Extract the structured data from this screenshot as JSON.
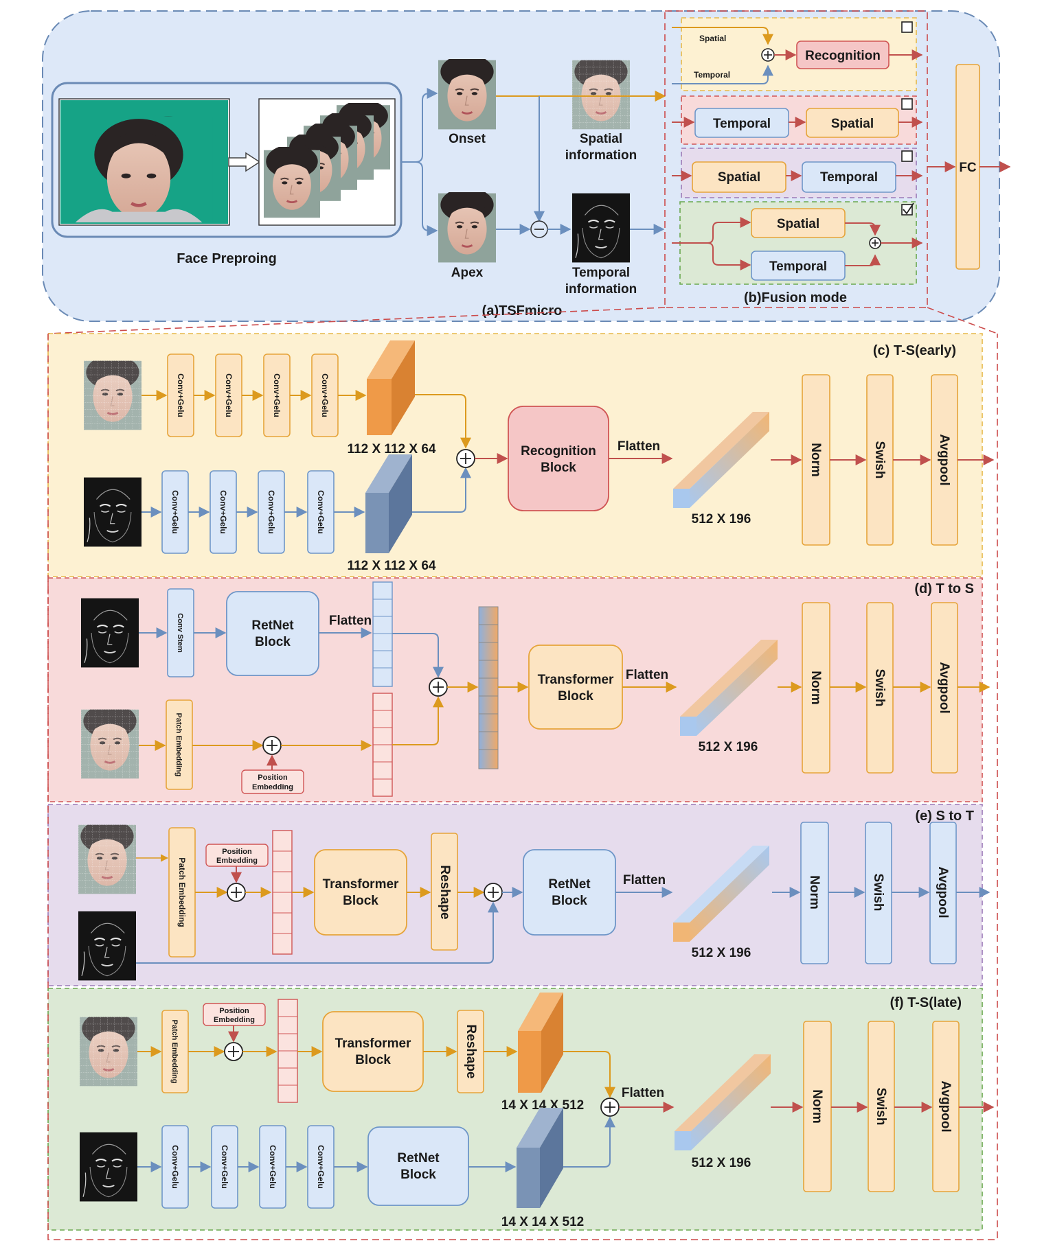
{
  "colors": {
    "blue_panel": "#dde8f8",
    "blue_panel_border": "#6a8ab5",
    "yellow_section": "#fdf1d2",
    "red_section": "#f8dada",
    "purple_section": "#e6dced",
    "green_section": "#dce9d5",
    "orange_box": "#fce4c2",
    "orange_border": "#e6a43a",
    "blue_box": "#dae7f8",
    "blue_border": "#6e96c8",
    "red_box": "#f5c6c6",
    "red_border": "#d05555",
    "pink_box": "#fbe3df",
    "arrow_orange": "#dc9a1e",
    "arrow_blue": "#6b8fbe",
    "arrow_red": "#c0504d",
    "feature_orange": "#ef9a48",
    "feature_blue": "#7a93b5",
    "dashed_red": "#cc4b4b"
  },
  "icons": {
    "sum": "circled-plus-icon",
    "difference": "circled-minus-icon",
    "unchecked": "empty-checkbox-icon",
    "checked": "checked-checkbox-icon",
    "hollow_arrow": "hollow-right-arrow-icon"
  },
  "top": {
    "face_preproing": "Face Preproing",
    "onset": "Onset",
    "apex": "Apex",
    "spatial_info_1": "Spatial",
    "spatial_info_2": "information",
    "temporal_info_1": "Temporal",
    "temporal_info_2": "information",
    "caption_a": "(a)TSFmicro",
    "caption_b": "(b)Fusion mode",
    "fc": "FC",
    "fusion": {
      "mode1_spatial": "Spatial",
      "mode1_temporal": "Temporal",
      "mode1_recognition": "Recognition",
      "mode2_temporal": "Temporal",
      "mode2_spatial": "Spatial",
      "mode3_spatial": "Spatial",
      "mode3_temporal": "Temporal",
      "mode4_spatial": "Spatial",
      "mode4_temporal": "Temporal"
    }
  },
  "common": {
    "conv_gelu": "Conv+Gelu",
    "norm": "Norm",
    "swish": "Swish",
    "avgpool": "Avgpool",
    "flatten": "Flatten",
    "dims_512_196": "512 X 196",
    "patch_embedding": "Patch Embedding",
    "position_embedding_1": "Position",
    "position_embedding_2": "Embedding",
    "transformer_1": "Transformer",
    "transformer_2": "Block",
    "retnet_1": "RetNet",
    "retnet_2": "Block",
    "reshape": "Reshape",
    "conv_stem": "Conv Stem"
  },
  "sections": {
    "c": {
      "title": "(c) T-S(early)",
      "dims_top": "112 X 112 X 64",
      "dims_bottom": "112 X 112 X 64",
      "recognition_1": "Recognition",
      "recognition_2": "Block"
    },
    "d": {
      "title": "(d) T to S"
    },
    "e": {
      "title": "(e) S to T"
    },
    "f": {
      "title": "(f) T-S(late)",
      "dims_top": "14 X 14 X 512",
      "dims_bottom": "14 X 14 X 512"
    }
  }
}
